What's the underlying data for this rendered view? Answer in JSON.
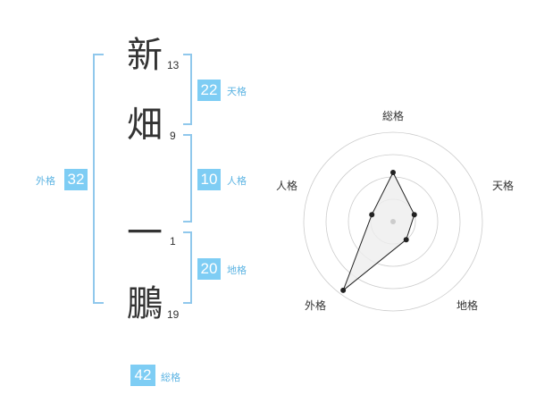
{
  "name": {
    "characters": [
      {
        "char": "新",
        "strokes": "13"
      },
      {
        "char": "畑",
        "strokes": "9"
      },
      {
        "char": "一",
        "strokes": "1"
      },
      {
        "char": "鵬",
        "strokes": "19"
      }
    ]
  },
  "kaku": {
    "tenkaku": {
      "value": "22",
      "label": "天格"
    },
    "jinkaku": {
      "value": "10",
      "label": "人格"
    },
    "chikaku": {
      "value": "20",
      "label": "地格"
    },
    "gaikaku": {
      "value": "32",
      "label": "外格"
    },
    "soukaku": {
      "value": "42",
      "label": "総格"
    }
  },
  "radar": {
    "axes": [
      "総格",
      "天格",
      "地格",
      "外格",
      "人格"
    ],
    "values": [
      0.55,
      0.25,
      0.25,
      0.95,
      0.25
    ],
    "rings": 4,
    "colors": {
      "fill": "#eeeeee",
      "line": "#222222",
      "ring": "#cccccc",
      "center": "#cccccc"
    }
  }
}
